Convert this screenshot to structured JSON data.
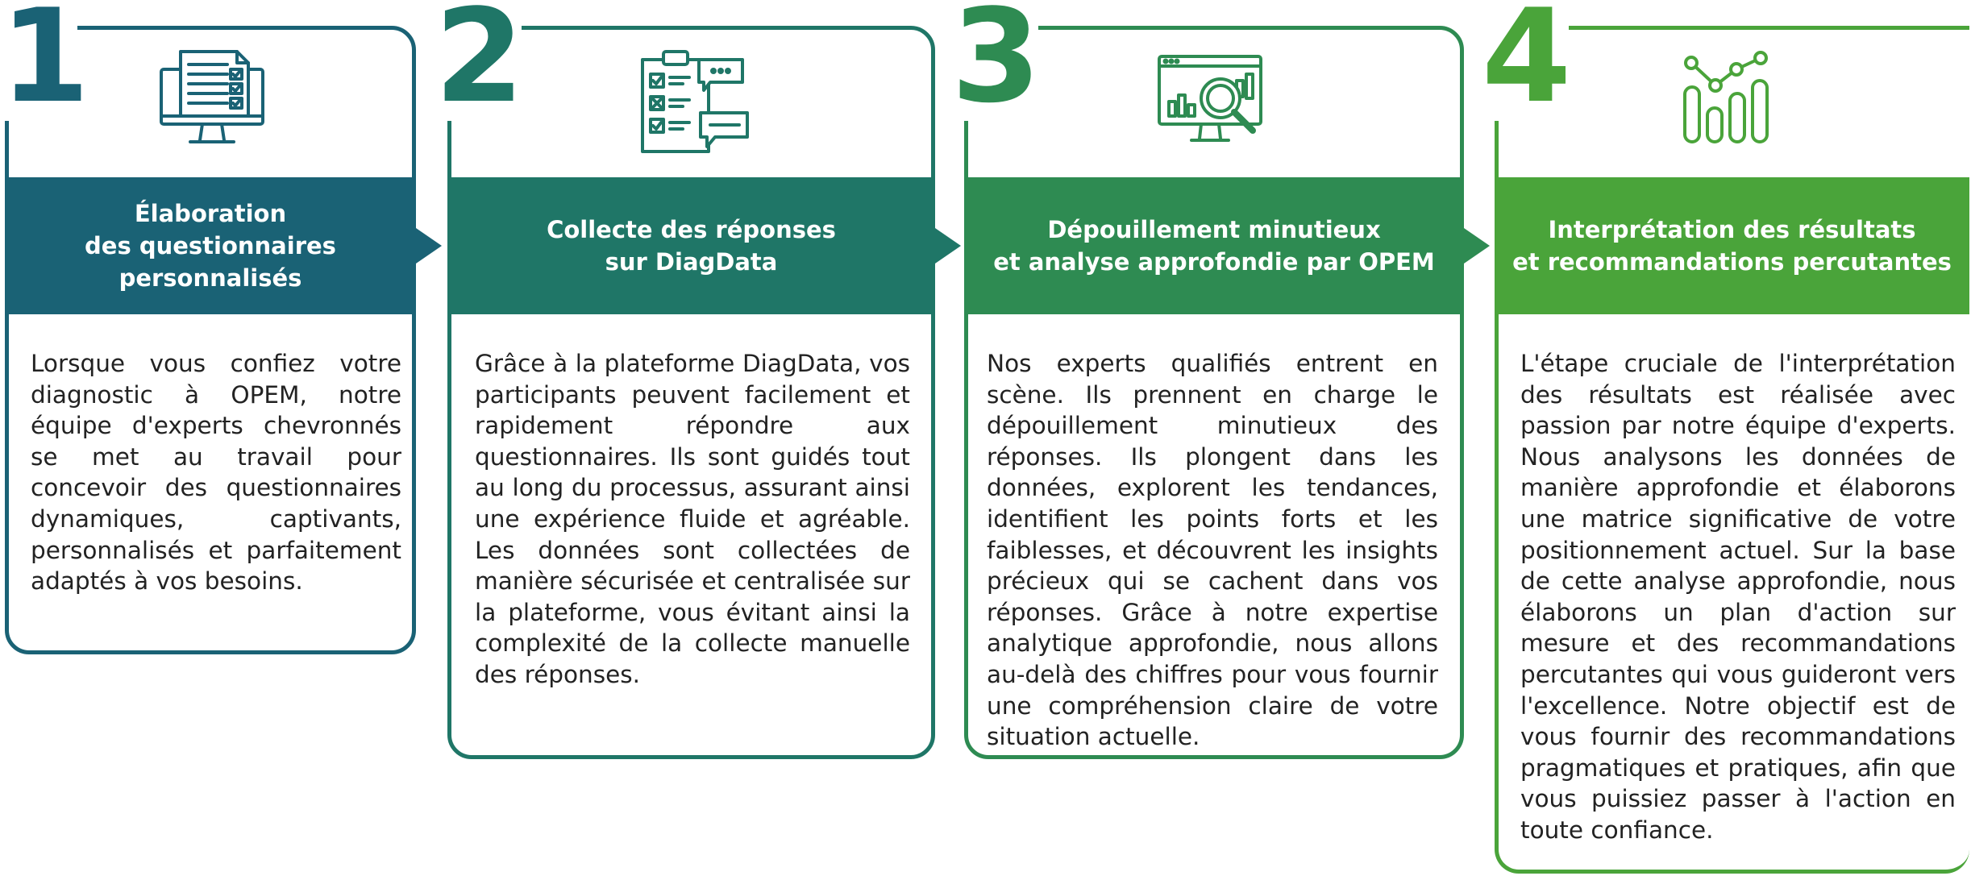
{
  "colors": {
    "step1": "#1a6275",
    "step2": "#1f7667",
    "step3": "#2e8b52",
    "step4": "#4aa43a"
  },
  "steps": [
    {
      "number": "1",
      "icon": "questionnaire-monitor-icon",
      "title": "Élaboration\ndes questionnaires\npersonnalisés",
      "body": "Lorsque vous confiez votre diagnostic à OPEM, notre équipe d'experts chevronnés se met au travail pour concevoir des questionnaires dynamiques, captivants, personnalisés et parfaitement adaptés à vos besoins."
    },
    {
      "number": "2",
      "icon": "checklist-chat-icon",
      "title": "Collecte des réponses\nsur DiagData",
      "body": "Grâce à la plateforme DiagData, vos participants peuvent facilement et rapidement répondre aux questionnaires. Ils sont guidés tout au long du processus, assurant ainsi une expérience fluide et agréable. Les données sont collectées de manière sécurisée et centralisée sur la plateforme, vous évitant ainsi la complexité de la collecte manuelle des réponses."
    },
    {
      "number": "3",
      "icon": "analytics-magnifier-icon",
      "title": "Dépouillement minutieux\net analyse approfondie par OPEM",
      "body": "Nos experts qualifiés entrent en scène. Ils prennent en charge le dépouillement minutieux des réponses. Ils plongent dans les données, explorent les tendances, identifient les points forts et les faiblesses, et découvrent les insights précieux qui se cachent dans vos réponses. Grâce à notre expertise analytique approfondie, nous allons au-delà des chiffres pour vous fournir une compréhension claire de votre situation actuelle."
    },
    {
      "number": "4",
      "icon": "growth-chart-icon",
      "title": "Interprétation des résultats\net recommandations percutantes",
      "body": "L'étape cruciale de l'interprétation des résultats est réalisée avec passion par notre équipe d'experts. Nous analysons les données de manière approfondie et élaborons une matrice significative de votre positionnement actuel. Sur la base de cette analyse approfondie, nous élaborons un plan d'action sur mesure et des recommandations percutantes qui vous guideront vers l'excellence. Notre objectif est de vous fournir des recommandations pragmatiques et pratiques, afin que vous puissiez passer à l'action en toute confiance."
    }
  ]
}
